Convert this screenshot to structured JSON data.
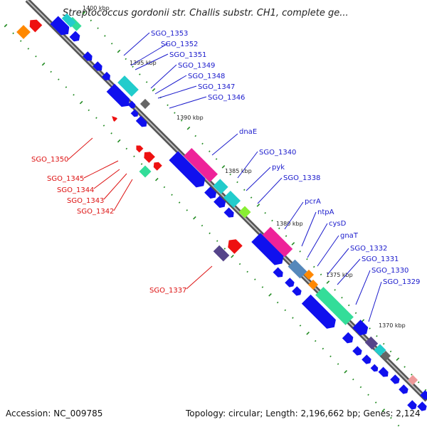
{
  "title": "Streptococcus gordonii str. Challis substr. CH1, complete ge...",
  "accession": "Accession: NC_009785",
  "topology": "Topology: circular; Length: 2,196,662 bp; Genes: 2,124",
  "kbp_labels": [
    "1400 kbp",
    "1395 kbp",
    "1390 kbp",
    "1385 kbp",
    "1380 kbp",
    "1375 kbp",
    "1370 kbp"
  ],
  "forward_genes": [
    "SGO_1353",
    "SGO_1352",
    "SGO_1351",
    "SGO_1349",
    "SGO_1348",
    "SGO_1347",
    "SGO_1346",
    "dnaE",
    "SGO_1340",
    "pyk",
    "SGO_1338",
    "pcrA",
    "ntpA",
    "cysD",
    "gnaT",
    "SGO_1332",
    "SGO_1331",
    "SGO_1330",
    "SGO_1329"
  ],
  "reverse_genes": [
    "SGO_1350",
    "SGO_1345",
    "SGO_1344",
    "SGO_1343",
    "SGO_1342",
    "SGO_1337"
  ],
  "colors": {
    "forward_cds": "#1010ee",
    "reverse_cds": "#ee1111",
    "backbone": "#888888",
    "tick": "#228b22",
    "forward_label": "#1a1acc",
    "reverse_label": "#dd1111",
    "rna_pink": "#ee2299",
    "rna_cyan": "#22cccc",
    "rna_green": "#33dd99",
    "rna_orange": "#ff8800",
    "rna_gray": "#666666",
    "rna_purple": "#55448a",
    "rna_steel": "#5588bb",
    "rna_lime": "#88ee33"
  }
}
